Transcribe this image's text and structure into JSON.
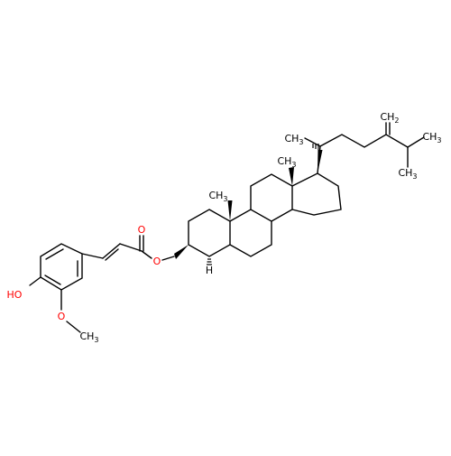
{
  "molecule": {
    "atom_labels": {
      "carbonyl_oxygen": "O",
      "ester_oxygen": "O",
      "hydroxyl": "HO",
      "methoxy_oxygen": "O",
      "methoxy_methyl": "CH3",
      "methyl_c10": "CH3",
      "methyl_c13": "CH3",
      "h_c5": "H",
      "methyl_c20": "CH3",
      "methylene": "CH2",
      "isopropyl_methyl_a": "CH3",
      "isopropyl_methyl_b": "CH3"
    },
    "colors": {
      "bond": "#000000",
      "oxygen": "#ff0000",
      "carbon_label": "#000000",
      "background": "#ffffff"
    }
  }
}
